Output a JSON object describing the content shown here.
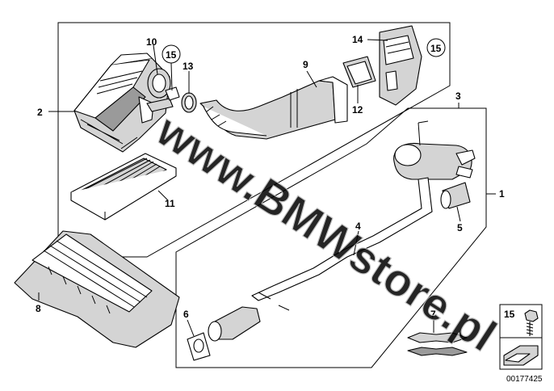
{
  "diagram": {
    "callouts": {
      "c1": "1",
      "c2": "2",
      "c3": "3",
      "c4": "4",
      "c5": "5",
      "c6": "6",
      "c7": "7",
      "c8": "8",
      "c9": "9",
      "c10": "10",
      "c11": "11",
      "c12": "12",
      "c13": "13",
      "c14": "14",
      "c15a": "15",
      "c15b": "15",
      "c15c": "15"
    },
    "watermark": "www.BMWstore.pl",
    "image_number": "00177425"
  }
}
